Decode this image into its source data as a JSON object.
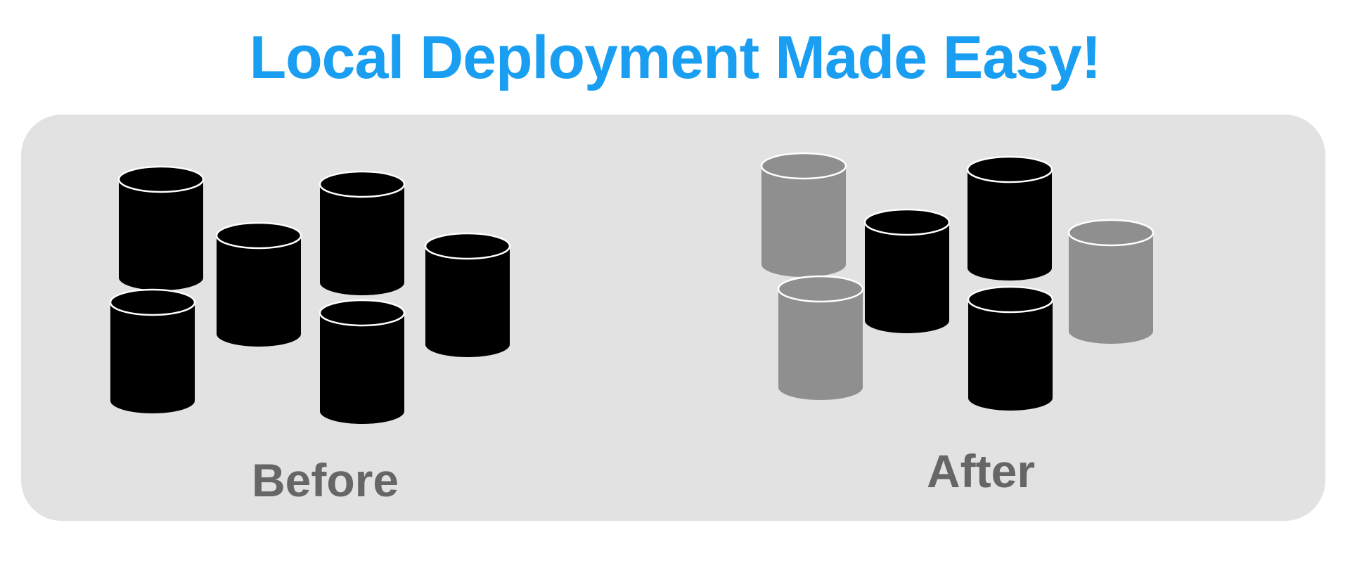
{
  "title": "Local Deployment Made Easy!",
  "colors": {
    "title": "#1a9ef2",
    "panel": "#e2e2e2",
    "label": "#666666",
    "cylinder_active": "#000000",
    "cylinder_inactive": "#8f8f8f"
  },
  "groups": [
    {
      "label": "Before",
      "cylinders": [
        {
          "state": "active"
        },
        {
          "state": "active"
        },
        {
          "state": "active"
        },
        {
          "state": "active"
        },
        {
          "state": "active"
        },
        {
          "state": "active"
        }
      ]
    },
    {
      "label": "After",
      "cylinders": [
        {
          "state": "inactive"
        },
        {
          "state": "active"
        },
        {
          "state": "active"
        },
        {
          "state": "inactive"
        },
        {
          "state": "inactive"
        },
        {
          "state": "active"
        }
      ]
    }
  ]
}
